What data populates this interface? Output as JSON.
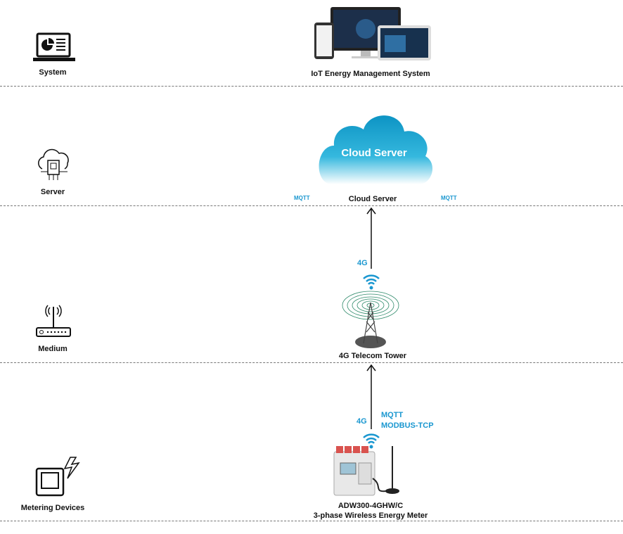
{
  "layers": {
    "system": "System",
    "server": "Server",
    "medium": "Medium",
    "metering": "Metering Devices"
  },
  "nodes": {
    "iot_system": "IoT Energy Management System",
    "cloud_inner": "Cloud Server",
    "cloud_caption": "Cloud Server",
    "tower": "4G Telecom Tower",
    "meter_model": "ADW300-4GHW/C",
    "meter_desc": "3-phase Wireless Energy Meter"
  },
  "protocols": {
    "mqtt_left": "MQTT",
    "mqtt_right": "MQTT",
    "link_upper": "4G",
    "link_lower": "4G",
    "mqtt_lower": "MQTT",
    "modbus": "MODBUS-TCP"
  },
  "colors": {
    "accent": "#1a97d0",
    "cloud": "#1aa3cf"
  }
}
